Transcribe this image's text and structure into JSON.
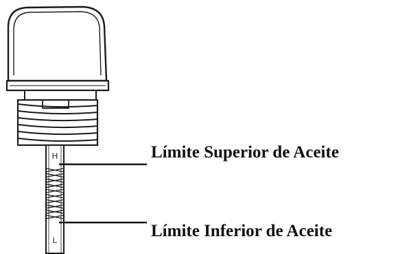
{
  "diagram": {
    "marks": {
      "high": "H",
      "low": "L"
    },
    "callouts": {
      "upper_limit": "Límite Superior de Aceite",
      "lower_limit": "Límite Inferior de Aceite"
    }
  }
}
